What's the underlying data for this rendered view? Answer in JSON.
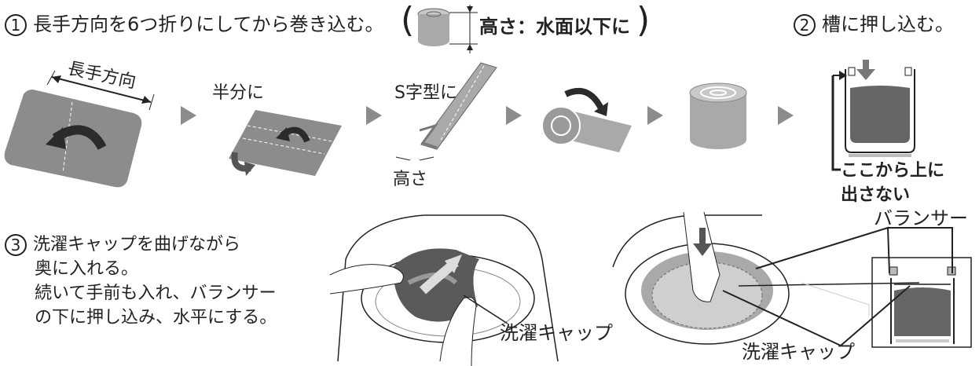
{
  "step1": {
    "num": "1",
    "text": "長手方向を6つ折りにしてから巻き込む。",
    "bracket_open": "(",
    "height_note": "高さ：水面以下に",
    "bracket_close": ")",
    "label_long": "長手方向",
    "label_half": "半分に",
    "label_s": "S字型に",
    "label_height": "高さ"
  },
  "step2": {
    "num": "2",
    "text": "槽に押し込む。",
    "note_line1": "ここから上に",
    "note_line2": "出さない"
  },
  "step3": {
    "num": "3",
    "line1": "洗濯キャップを曲げながら",
    "line2": "奥に入れる。",
    "line3": "続いて手前も入れ、バランサー",
    "line4": "の下に押し込み、水平にする。",
    "label_cap1": "洗濯キャップ",
    "label_balancer": "バランサー",
    "label_cap2": "洗濯キャップ"
  },
  "colors": {
    "gray": "#8c8c8c",
    "dark": "#555555",
    "light": "#c8c8c8",
    "text": "#222222"
  }
}
